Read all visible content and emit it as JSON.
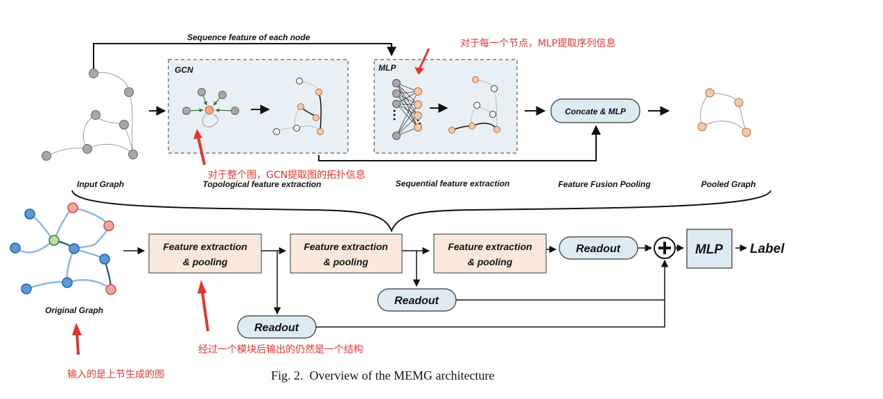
{
  "top": {
    "sequence_label": "Sequence feature of each node",
    "gcn_label": "GCN",
    "mlp_label": "MLP",
    "concat_label": "Concate & MLP",
    "stage_labels": {
      "input": "Input Graph",
      "topological": "Topological feature extraction",
      "sequential": "Sequential feature extraction",
      "fusion": "Feature Fusion Pooling",
      "pooled": "Pooled Graph"
    }
  },
  "bottom": {
    "original_label": "Original Graph",
    "block1_line1": "Feature extraction",
    "block1_line2": "& pooling",
    "block2_line1": "Feature extraction",
    "block2_line2": "& pooling",
    "block3_line1": "Feature extraction",
    "block3_line2": "& pooling",
    "readout_main": "Readout",
    "readout_mid": "Readout",
    "readout_low": "Readout",
    "mlp_label": "MLP",
    "label_output": "Label"
  },
  "annotations": {
    "mlp_note": "对于每一个节点，MLP提取序列信息",
    "gcn_note": "对于整个图，GCN提取图的拓扑信息",
    "block_note": "经过一个模块后输出的仍然是一个结构",
    "input_note": "输入的是上节生成的图"
  },
  "caption": "Fig. 2.  Overview of the MEMG architecture",
  "colors": {
    "gray_node": "#a8a8a8",
    "orange_node": "#f5c9a6",
    "blue_node": "#5a9ad6",
    "red_node": "#f2a69a",
    "green_node": "#b9e0a0",
    "panel_bg": "#e8f0f5",
    "box_fill": "#fbe8dc",
    "readout_fill": "#ddebf3",
    "annotation": "#e8322f"
  }
}
